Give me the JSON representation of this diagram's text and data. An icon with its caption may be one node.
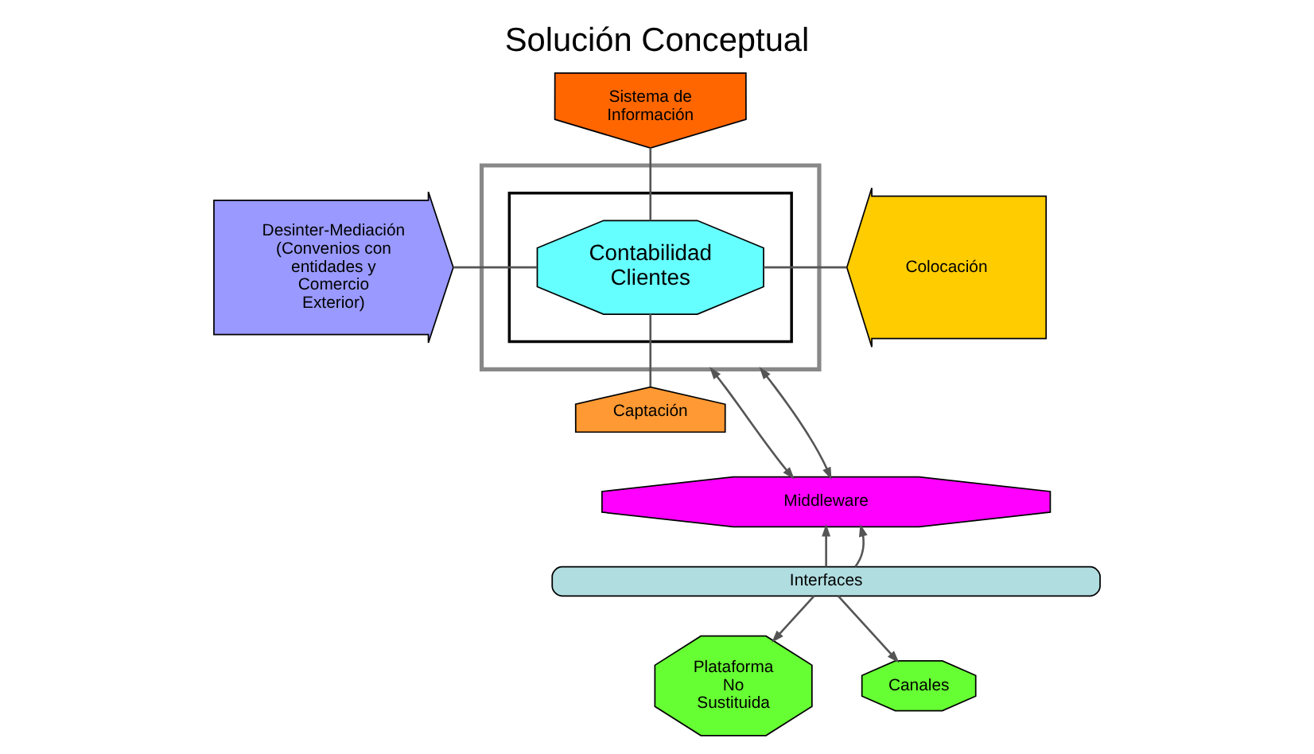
{
  "diagram": {
    "title": "Solución Conceptual",
    "nodes": [
      {
        "text": [],
        "shape": "box"
      },
      {
        "text": [
          "Sistema de Información"
        ]
      },
      {
        "text": [
          "Desinter-Mediación (Convenios con entidades y Comercio Exterior)"
        ]
      },
      {
        "text": [
          "Colocación"
        ]
      },
      {
        "text": [],
        "shape": "box",
        "in": 0
      },
      {
        "text": [
          "Contabilidad Clientes"
        ],
        "in": 4
      },
      {
        "text": [
          "Captación"
        ]
      },
      {
        "text": [
          "Middleware"
        ]
      },
      {
        "text": [
          "Interfaces"
        ]
      },
      {
        "text": [
          "Plataforma No Sustituida"
        ]
      },
      {
        "text": [
          "Canales"
        ]
      }
    ],
    "edges": [
      {
        "from": 1,
        "to": 5,
        "arrow": "none"
      },
      {
        "from": 2,
        "to": 5,
        "arrow": "none"
      },
      {
        "from": 5,
        "to": 3,
        "arrow": "none"
      },
      {
        "from": 5,
        "to": 6,
        "arrow": "none"
      },
      {
        "from": 0,
        "to": 7,
        "arrow": "both"
      },
      {
        "from": 0,
        "to": 7,
        "arrow": "both"
      },
      {
        "from": 8,
        "to": 7,
        "arrow": "to"
      },
      {
        "from": 8,
        "to": 7,
        "arrow": "to"
      },
      {
        "from": 8,
        "to": 9,
        "arrow": "to"
      },
      {
        "from": 8,
        "to": 10,
        "arrow": "to"
      }
    ]
  }
}
